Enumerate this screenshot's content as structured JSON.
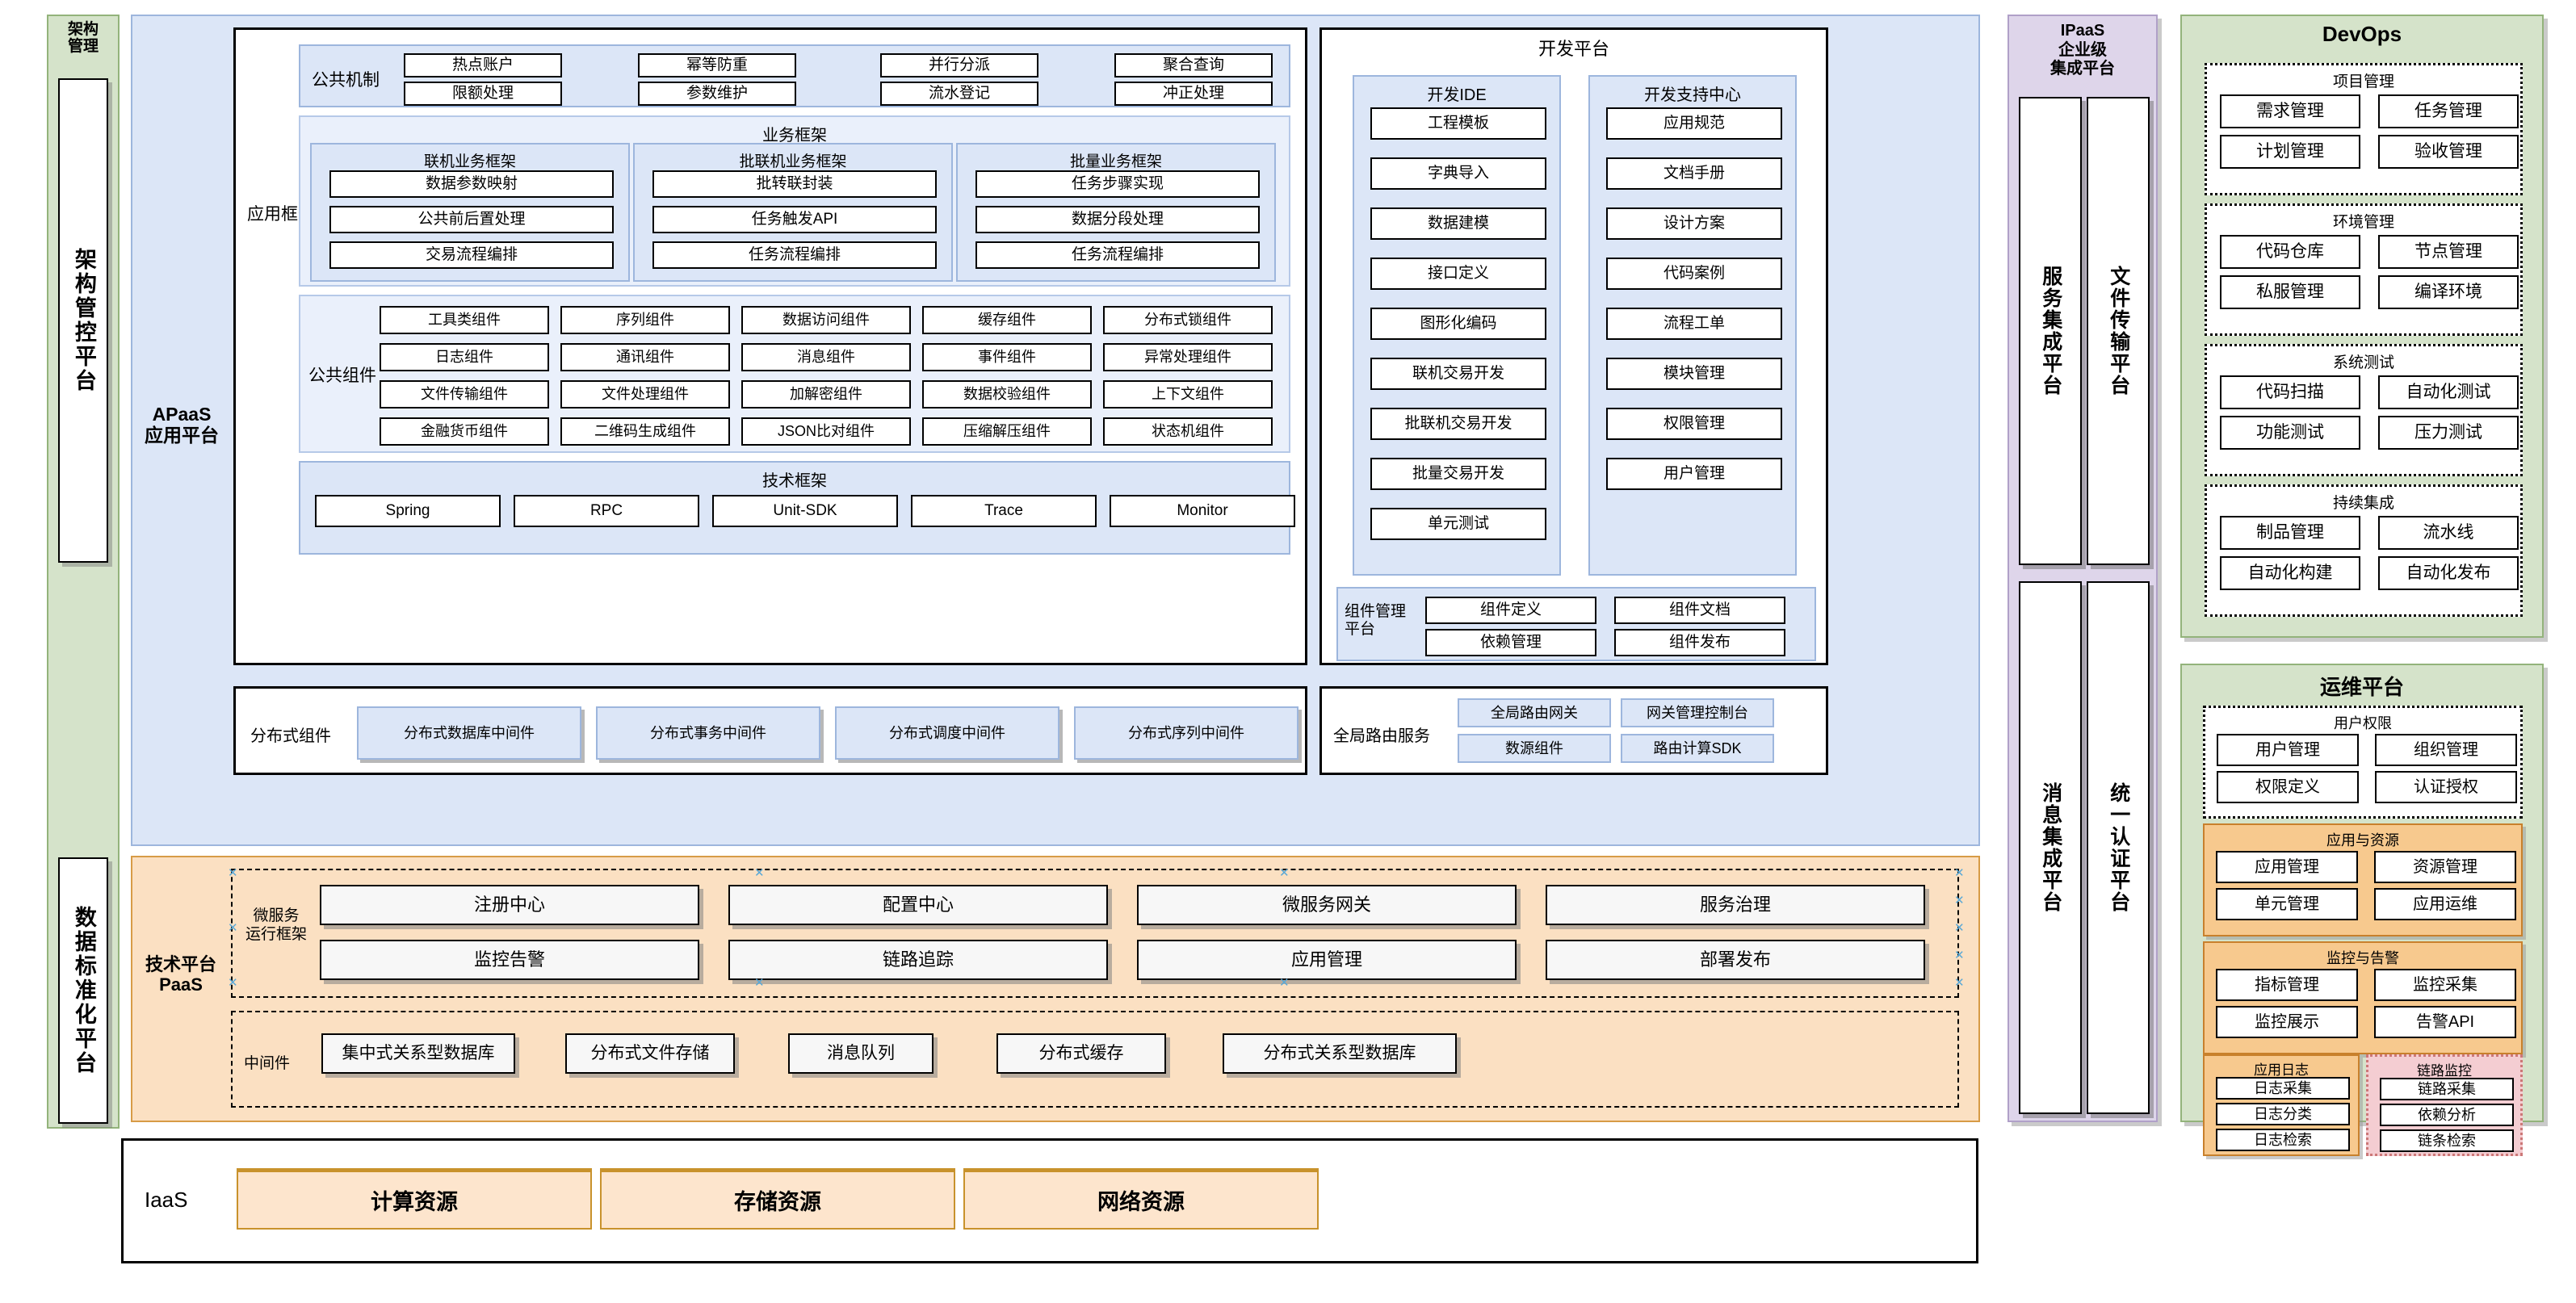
{
  "rail": {
    "head": "架构\n管理",
    "items": [
      {
        "label": "架构管控平台"
      },
      {
        "label": "数据标准化平台"
      }
    ]
  },
  "apaas": {
    "side_label": "APaaS\n应用平台",
    "app_framework": {
      "label": "应用框架",
      "common_mechanism": {
        "label": "公共机制",
        "items": [
          "热点账户",
          "幂等防重",
          "并行分派",
          "聚合查询",
          "限额处理",
          "参数维护",
          "流水登记",
          "冲正处理"
        ]
      },
      "business_framework": {
        "label": "业务框架",
        "columns": [
          {
            "label": "联机业务框架",
            "items": [
              "数据参数映射",
              "公共前后置处理",
              "交易流程编排"
            ]
          },
          {
            "label": "批联机业务框架",
            "items": [
              "批转联封装",
              "任务触发API",
              "任务流程编排"
            ]
          },
          {
            "label": "批量业务框架",
            "items": [
              "任务步骤实现",
              "数据分段处理",
              "任务流程编排"
            ]
          }
        ]
      },
      "common_components": {
        "label": "公共组件",
        "rows": [
          [
            "工具类组件",
            "序列组件",
            "数据访问组件",
            "缓存组件",
            "分布式锁组件"
          ],
          [
            "日志组件",
            "通讯组件",
            "消息组件",
            "事件组件",
            "异常处理组件"
          ],
          [
            "文件传输组件",
            "文件处理组件",
            "加解密组件",
            "数据校验组件",
            "上下文组件"
          ],
          [
            "金融货币组件",
            "二维码生成组件",
            "JSON比对组件",
            "压缩解压组件",
            "状态机组件"
          ]
        ]
      },
      "tech_framework": {
        "label": "技术框架",
        "items": [
          "Spring",
          "RPC",
          "Unit-SDK",
          "Trace",
          "Monitor"
        ]
      }
    },
    "dev_platform": {
      "label": "开发平台",
      "columns": [
        {
          "label": "开发IDE",
          "items": [
            "工程模板",
            "字典导入",
            "数据建模",
            "接口定义",
            "图形化编码",
            "联机交易开发",
            "批联机交易开发",
            "批量交易开发",
            "单元测试"
          ]
        },
        {
          "label": "开发支持中心",
          "items": [
            "应用规范",
            "文档手册",
            "设计方案",
            "代码案例",
            "流程工单",
            "模块管理",
            "权限管理",
            "用户管理"
          ]
        }
      ],
      "component_platform": {
        "label": "组件管理\n平台",
        "items": [
          "组件定义",
          "组件文档",
          "依赖管理",
          "组件发布"
        ]
      }
    },
    "distributed_components": {
      "label": "分布式组件",
      "items": [
        "分布式数据库中间件",
        "分布式事务中间件",
        "分布式调度中间件",
        "分布式序列中间件"
      ]
    },
    "global_routing": {
      "label": "全局路由服务",
      "items": [
        "全局路由网关",
        "网关管理控制台",
        "数源组件",
        "路由计算SDK"
      ]
    }
  },
  "paas": {
    "side_label": "技术平台\nPaaS",
    "runtime": {
      "label": "微服务\n运行框架",
      "items": [
        "注册中心",
        "配置中心",
        "微服务网关",
        "服务治理",
        "监控告警",
        "链路追踪",
        "应用管理",
        "部署发布"
      ]
    },
    "middleware": {
      "label": "中间件",
      "items": [
        "集中式关系型数据库",
        "分布式文件存储",
        "消息队列",
        "分布式缓存",
        "分布式关系型数据库"
      ]
    }
  },
  "iaas": {
    "label": "IaaS",
    "items": [
      "计算资源",
      "存储资源",
      "网络资源"
    ]
  },
  "ipaas": {
    "title": "IPaaS\n企业级\n集成平台",
    "items": [
      "服务集成平台",
      "文件传输平台",
      "消息集成平台",
      "统一认证平台"
    ]
  },
  "devops": {
    "title": "DevOps",
    "groups": [
      {
        "label": "项目管理",
        "items": [
          "需求管理",
          "任务管理",
          "计划管理",
          "验收管理"
        ]
      },
      {
        "label": "环境管理",
        "items": [
          "代码仓库",
          "节点管理",
          "私服管理",
          "编译环境"
        ]
      },
      {
        "label": "系统测试",
        "items": [
          "代码扫描",
          "自动化测试",
          "功能测试",
          "压力测试"
        ]
      },
      {
        "label": "持续集成",
        "items": [
          "制品管理",
          "流水线",
          "自动化构建",
          "自动化发布"
        ]
      }
    ]
  },
  "ops": {
    "title": "运维平台",
    "groups": [
      {
        "label": "用户权限",
        "style": "dotted",
        "items": [
          "用户管理",
          "组织管理",
          "权限定义",
          "认证授权"
        ]
      },
      {
        "label": "应用与资源",
        "style": "orange",
        "items": [
          "应用管理",
          "资源管理",
          "单元管理",
          "应用运维"
        ]
      },
      {
        "label": "监控与告警",
        "style": "orange",
        "items": [
          "指标管理",
          "监控采集",
          "监控展示",
          "告警API"
        ]
      }
    ],
    "bottom": [
      {
        "label": "应用日志",
        "style": "orange",
        "items": [
          "日志采集",
          "日志分类",
          "日志检索"
        ]
      },
      {
        "label": "链路监控",
        "style": "pink",
        "items": [
          "链路采集",
          "依赖分析",
          "链条检索"
        ]
      }
    ]
  },
  "colors": {
    "apaas_fill": "#dce6f7",
    "paas_fill": "#fbe0c2",
    "green_fill": "#d5e3ca",
    "purple_fill": "#ded5ea",
    "orange_fill": "#f7c98e",
    "pink_fill": "#f4cdd2"
  }
}
